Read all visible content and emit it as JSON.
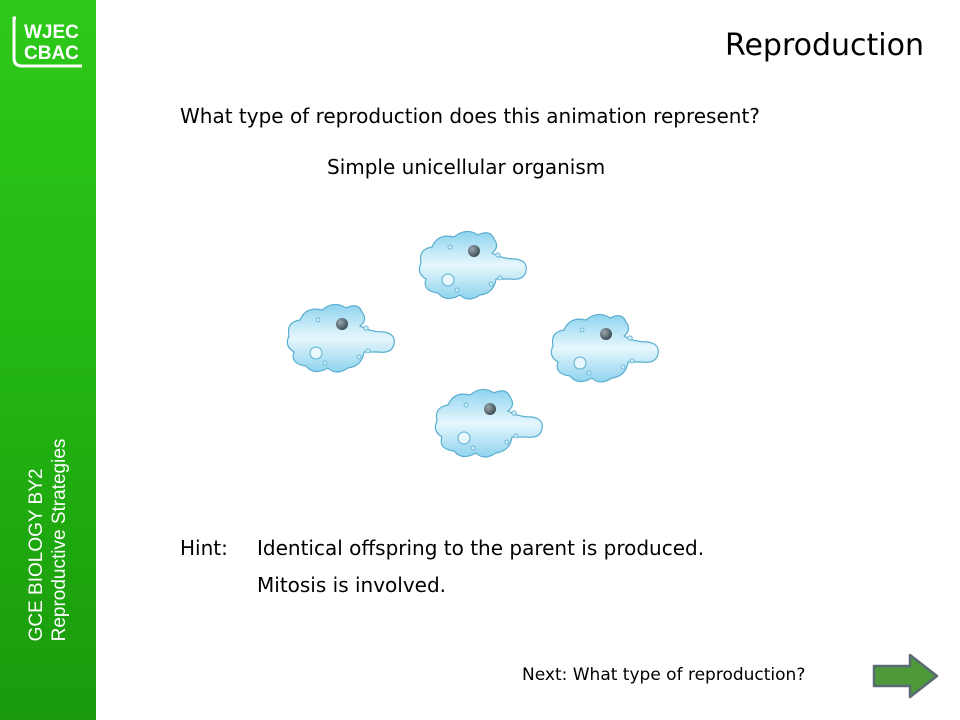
{
  "sidebar": {
    "logo_top": "WJEC",
    "logo_bottom": "CBAC",
    "course": "GCE BIOLOGY BY2",
    "topic": "Reproductive Strategies"
  },
  "slide": {
    "title": "Reproduction",
    "question": "What type of reproduction does this animation represent?",
    "subtitle": "Simple unicellular organism",
    "hint_label": "Hint:",
    "hint_line1": "Identical offspring to the parent is produced.",
    "hint_line2": "Mitosis is involved."
  },
  "navigation": {
    "next_label": "Next: What type of reproduction?",
    "next_icon": "right-arrow-icon"
  },
  "colors": {
    "sidebar_green": "#22b311",
    "cell_fill": "#a8def2",
    "cell_outline": "#5aaecf",
    "arrow_green": "#4e9a3a"
  }
}
